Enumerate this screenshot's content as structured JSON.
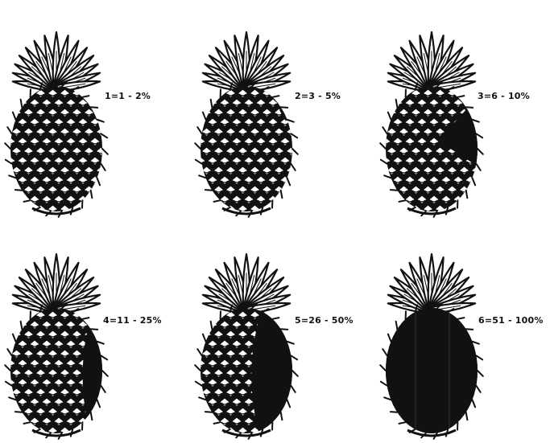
{
  "scale": {
    "stages": [
      {
        "label": "1=1 - 2%",
        "damage_percent": 1.5
      },
      {
        "label": "2=3 - 5%",
        "damage_percent": 4
      },
      {
        "label": "3=6 - 10%",
        "damage_percent": 8
      },
      {
        "label": "4=11 - 25%",
        "damage_percent": 18
      },
      {
        "label": "5=26 - 50%",
        "damage_percent": 38
      },
      {
        "label": "6=51 - 100%",
        "damage_percent": 75.5
      }
    ],
    "colors": {
      "ink": "#111111",
      "background": "#ffffff"
    }
  }
}
